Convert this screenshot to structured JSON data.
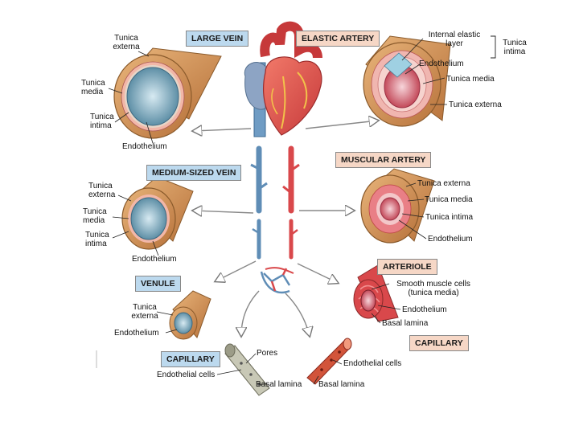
{
  "boxes": {
    "large_vein": "LARGE VEIN",
    "elastic_artery": "ELASTIC ARTERY",
    "medium_vein": "MEDIUM-SIZED VEIN",
    "muscular_artery": "MUSCULAR ARTERY",
    "venule": "VENULE",
    "arteriole": "ARTERIOLE",
    "capillary_left": "CAPILLARY",
    "capillary_right": "CAPILLARY"
  },
  "large_vein": {
    "tunica_externa": "Tunica externa",
    "tunica_media": "Tunica media",
    "tunica_intima": "Tunica intima",
    "endothelium": "Endothelium"
  },
  "elastic_artery": {
    "internal_elastic_layer": "Internal elastic layer",
    "endothelium": "Endothelium",
    "tunica_intima": "Tunica intima",
    "tunica_media": "Tunica media",
    "tunica_externa": "Tunica externa"
  },
  "medium_vein": {
    "tunica_externa": "Tunica externa",
    "tunica_media": "Tunica media",
    "tunica_intima": "Tunica intima",
    "endothelium": "Endothelium"
  },
  "muscular_artery": {
    "tunica_externa": "Tunica externa",
    "tunica_media": "Tunica media",
    "tunica_intima": "Tunica intima",
    "endothelium": "Endothelium"
  },
  "venule": {
    "tunica_externa": "Tunica externa",
    "endothelium": "Endothelium"
  },
  "arteriole": {
    "smooth_muscle": "Smooth muscle cells (tunica media)",
    "endothelium": "Endothelium",
    "basal_lamina": "Basal lamina"
  },
  "capillary_left": {
    "pores": "Pores",
    "endothelial_cells": "Endothelial cells",
    "basal_lamina": "Basal lamina"
  },
  "capillary_right": {
    "endothelial_cells": "Endothelial cells",
    "basal_lamina": "Basal lamina"
  },
  "colors": {
    "vein": "#6f9cc4",
    "artery": "#e0504e",
    "externa": "#d99a5c",
    "media": "#e9a29a",
    "lumen": "#7fb2c8",
    "box_blue": "#bcd9ee",
    "box_pink": "#f6d7c6"
  }
}
